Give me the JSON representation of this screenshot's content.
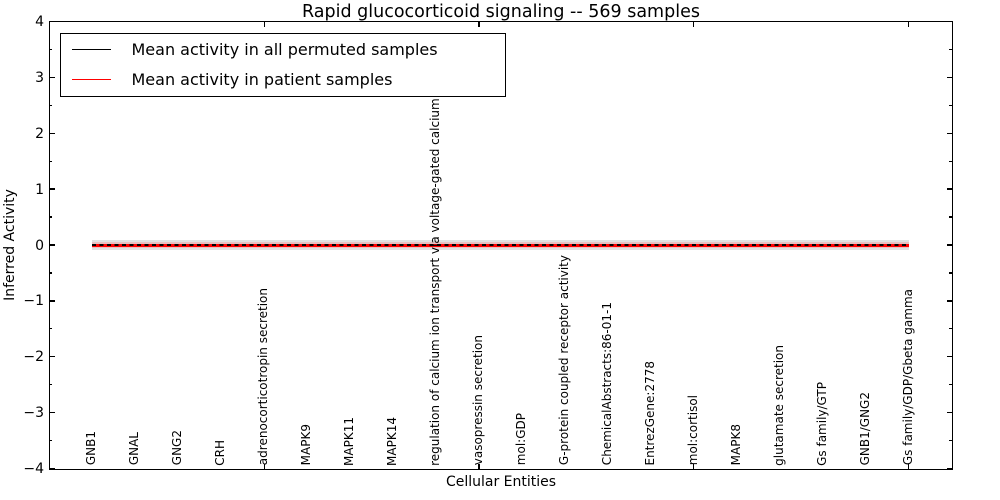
{
  "chart_data": {
    "type": "line",
    "title": "Rapid glucocorticoid signaling -- 569 samples",
    "xlabel": "Cellular Entities",
    "ylabel": "Inferred Activity",
    "ylim": [
      -4,
      4
    ],
    "xlim": [
      0,
      21
    ],
    "yticks": [
      4,
      3,
      2,
      1,
      0,
      -1,
      -2,
      -3,
      -4
    ],
    "yticks_minor": [
      3.5,
      2.5,
      1.5,
      0.5,
      -0.5,
      -1.5,
      -2.5,
      -3.5
    ],
    "xticks": [
      5,
      10,
      15,
      20
    ],
    "grid": false,
    "legend_position": "upper left",
    "categories": [
      "GNB1",
      "GNAL",
      "GNG2",
      "CRH",
      "adrenocorticotropin secretion",
      "MAPK9",
      "MAPK11",
      "MAPK14",
      "regulation of calcium ion transport via voltage-gated calcium channel",
      "vasopressin secretion",
      "mol:GDP",
      "G-protein coupled receptor activity",
      "ChemicalAbstracts:86-01-1",
      "EntrezGene:2778",
      "mol:cortisol",
      "MAPK8",
      "glutamate secretion",
      "Gs family/GTP",
      "GNB1/GNG2",
      "Gs family/GDP/Gbeta gamma"
    ],
    "series": [
      {
        "name": "Mean activity in all permuted samples",
        "color": "#000000",
        "style": "dashed",
        "values": [
          0,
          0,
          0,
          0,
          0,
          0,
          0,
          0,
          0,
          0,
          0,
          0,
          0,
          0,
          0,
          0,
          0,
          0,
          0,
          0
        ]
      },
      {
        "name": "Mean activity in patient samples",
        "color": "#ff0000",
        "style": "solid",
        "values": [
          0,
          0,
          0,
          0,
          0,
          0,
          0,
          0,
          0,
          0,
          0,
          0,
          0,
          0,
          0,
          0,
          0,
          0,
          0,
          0
        ]
      }
    ],
    "band": {
      "center": 0,
      "halfwidth": 0.09,
      "color": "#e0e0e0",
      "inner_color": "#f6baba"
    }
  }
}
